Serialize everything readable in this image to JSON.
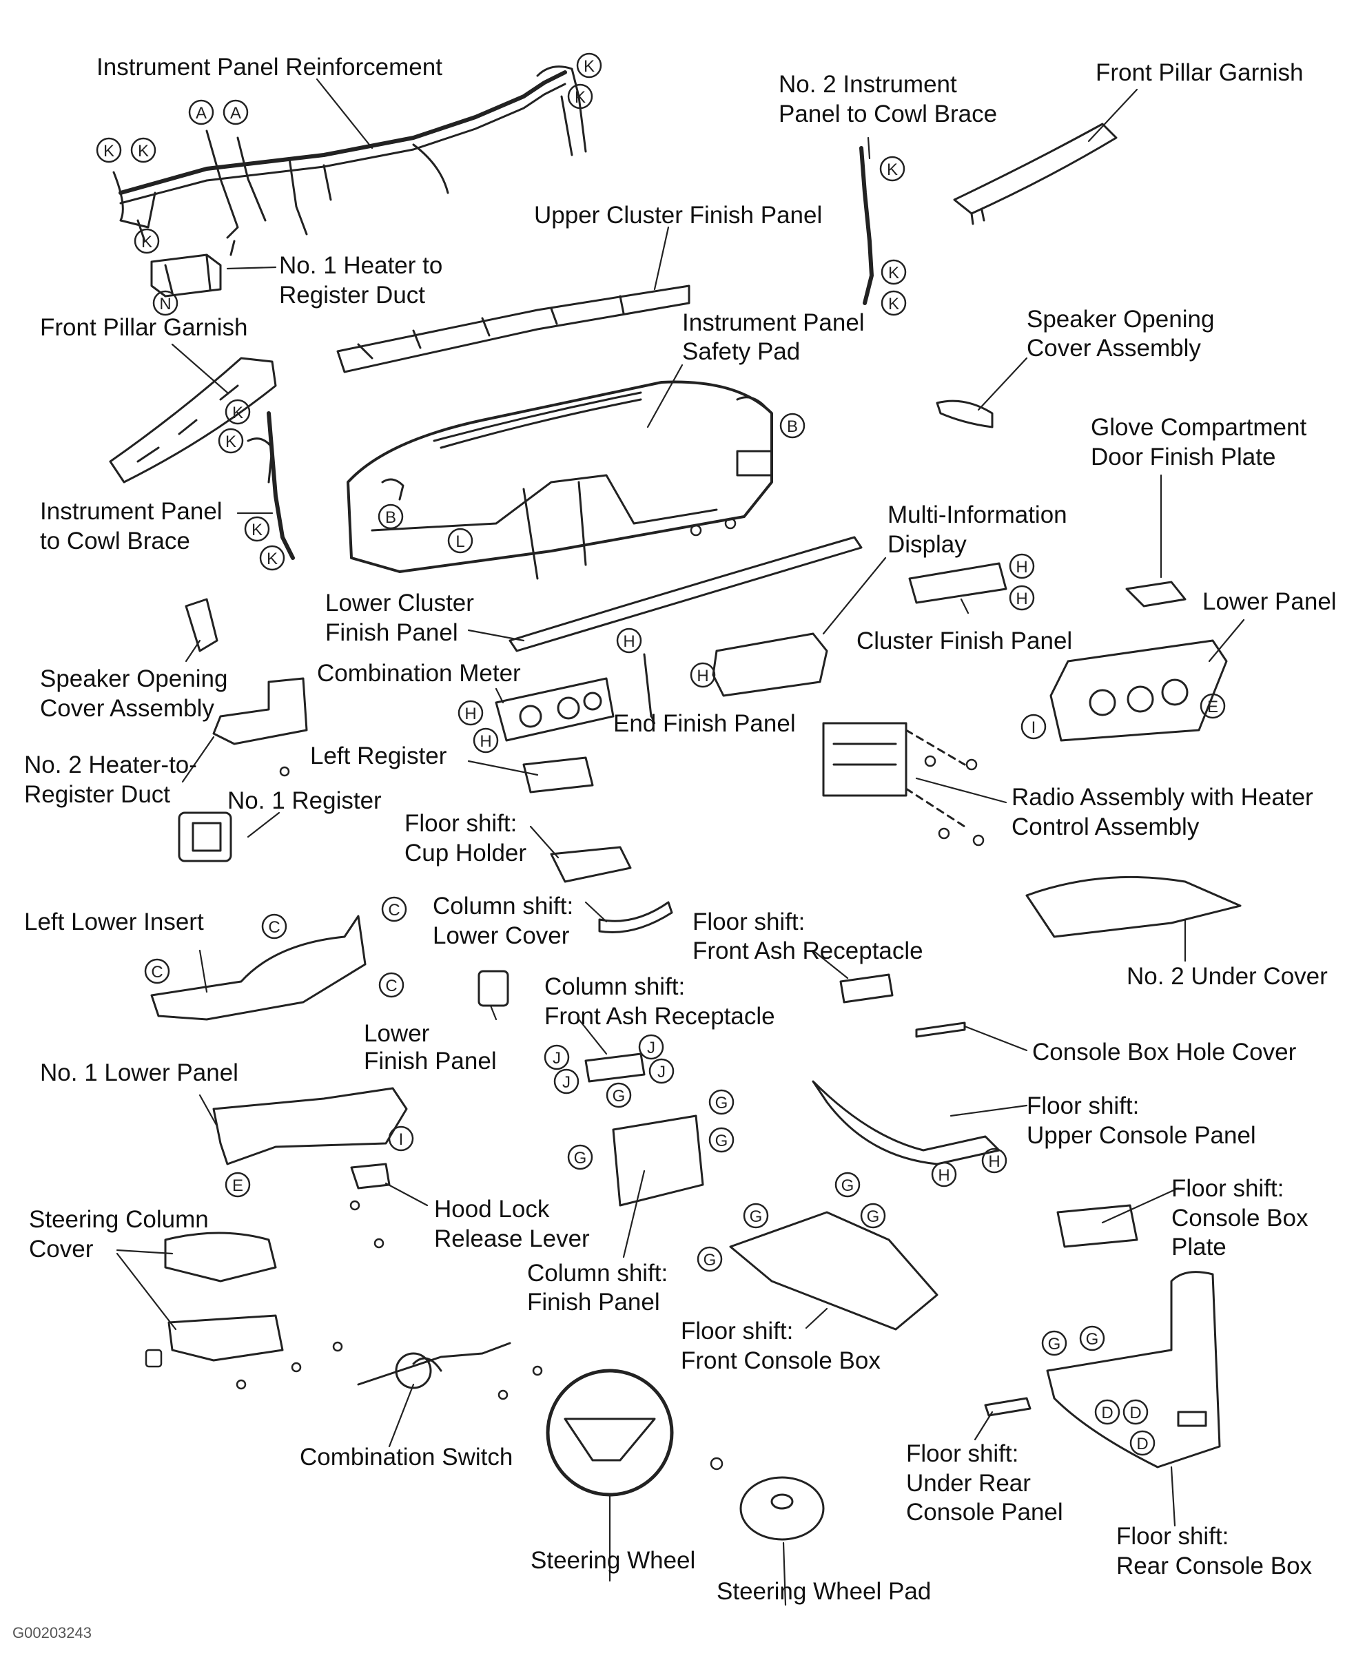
{
  "diagram_code": "G00203243",
  "callouts": {
    "A": "A",
    "B": "B",
    "C": "C",
    "D": "D",
    "E": "E",
    "G": "G",
    "H": "H",
    "I": "I",
    "J": "J",
    "K": "K",
    "L": "L",
    "N": "N"
  },
  "labels": {
    "ip_reinforcement": "Instrument Panel Reinforcement",
    "no2_ip_cowl_brace_1": "No. 2 Instrument",
    "no2_ip_cowl_brace_2": "Panel to Cowl Brace",
    "front_pillar_garnish_r": "Front Pillar Garnish",
    "upper_cluster_finish": "Upper Cluster Finish Panel",
    "no1_heater_duct_1": "No. 1 Heater to",
    "no1_heater_duct_2": "Register Duct",
    "front_pillar_garnish_l": "Front Pillar Garnish",
    "ip_safety_pad_1": "Instrument Panel",
    "ip_safety_pad_2": "Safety Pad",
    "speaker_cover_r_1": "Speaker Opening",
    "speaker_cover_r_2": "Cover Assembly",
    "glove_plate_1": "Glove Compartment",
    "glove_plate_2": "Door Finish Plate",
    "ip_cowl_brace_1": "Instrument Panel",
    "ip_cowl_brace_2": "to Cowl Brace",
    "multi_info_1": "Multi-Information",
    "multi_info_2": "Display",
    "lower_cluster_1": "Lower Cluster",
    "lower_cluster_2": "Finish Panel",
    "lower_panel": "Lower Panel",
    "cluster_finish": "Cluster Finish Panel",
    "speaker_cover_l_1": "Speaker Opening",
    "speaker_cover_l_2": "Cover Assembly",
    "combination_meter": "Combination Meter",
    "end_finish": "End Finish Panel",
    "no2_heater_duct_1": "No. 2 Heater-to-",
    "no2_heater_duct_2": "Register Duct",
    "left_register": "Left Register",
    "no1_register": "No. 1 Register",
    "radio_1": "Radio Assembly with Heater",
    "radio_2": "Control Assembly",
    "cup_holder_1": "Floor shift:",
    "cup_holder_2": "Cup Holder",
    "left_lower_insert": "Left Lower Insert",
    "col_lower_cover_1": "Column shift:",
    "col_lower_cover_2": "Lower Cover",
    "front_ash_fs_1": "Floor shift:",
    "front_ash_fs_2": "Front Ash Receptacle",
    "no2_under_cover": "No. 2 Under Cover",
    "front_ash_cs_1": "Column shift:",
    "front_ash_cs_2": "Front Ash Receptacle",
    "lower_finish_1": "Lower",
    "lower_finish_2": "Finish Panel",
    "console_hole_cover": "Console Box Hole Cover",
    "no1_lower_panel": "No. 1 Lower Panel",
    "upper_console_1": "Floor shift:",
    "upper_console_2": "Upper Console Panel",
    "hood_lock_1": "Hood Lock",
    "hood_lock_2": "Release Lever",
    "console_plate_1": "Floor shift:",
    "console_plate_2": "Console Box",
    "console_plate_3": "Plate",
    "steering_cover_1": "Steering Column",
    "steering_cover_2": "Cover",
    "col_finish_1": "Column shift:",
    "col_finish_2": "Finish Panel",
    "front_console_1": "Floor shift:",
    "front_console_2": "Front Console Box",
    "combination_switch": "Combination Switch",
    "under_rear_1": "Floor shift:",
    "under_rear_2": "Under Rear",
    "under_rear_3": "Console Panel",
    "rear_console_1": "Floor shift:",
    "rear_console_2": "Rear Console Box",
    "steering_wheel": "Steering Wheel",
    "steering_pad": "Steering Wheel Pad"
  }
}
